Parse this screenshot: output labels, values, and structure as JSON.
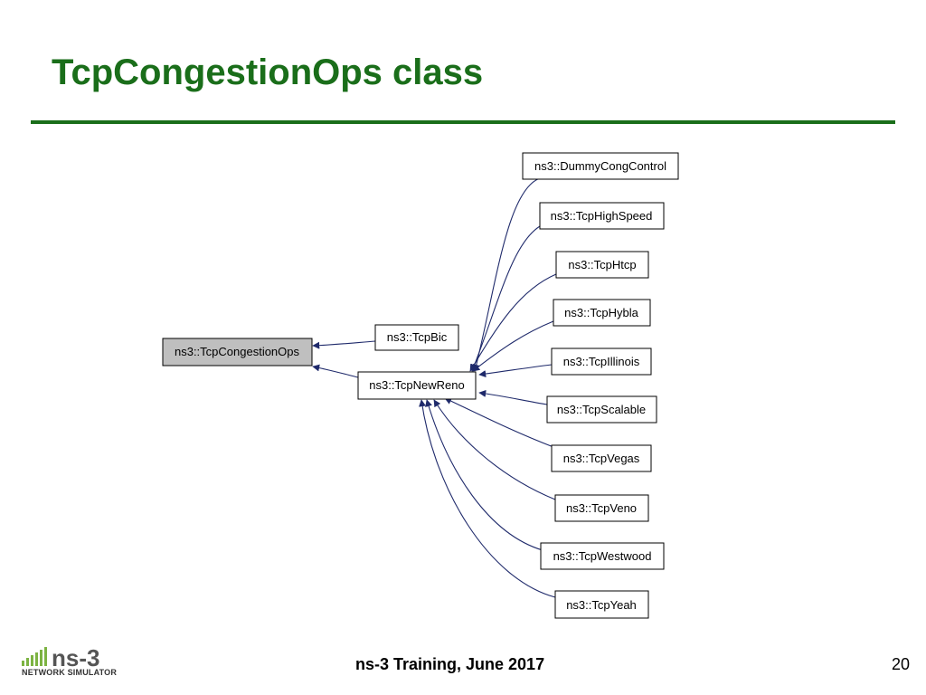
{
  "slide": {
    "title": "TcpCongestionOps class",
    "footer": "ns-3 Training, June 2017",
    "page_number": "20"
  },
  "logo": {
    "name": "ns-3",
    "subtitle": "NETWORK SIMULATOR"
  },
  "colors": {
    "title": "#1a6e1a",
    "rule": "#1a6e1a",
    "edge": "#1f2a6b",
    "base_node_fill": "#bfbfbf"
  },
  "diagram": {
    "base": {
      "label": "ns3::TcpCongestionOps"
    },
    "mid": [
      {
        "key": "bic",
        "label": "ns3::TcpBic"
      },
      {
        "key": "newreno",
        "label": "ns3::TcpNewReno"
      }
    ],
    "children": [
      {
        "key": "dummy",
        "label": "ns3::DummyCongControl"
      },
      {
        "key": "highspeed",
        "label": "ns3::TcpHighSpeed"
      },
      {
        "key": "htcp",
        "label": "ns3::TcpHtcp"
      },
      {
        "key": "hybla",
        "label": "ns3::TcpHybla"
      },
      {
        "key": "illinois",
        "label": "ns3::TcpIllinois"
      },
      {
        "key": "scalable",
        "label": "ns3::TcpScalable"
      },
      {
        "key": "vegas",
        "label": "ns3::TcpVegas"
      },
      {
        "key": "veno",
        "label": "ns3::TcpVeno"
      },
      {
        "key": "westwood",
        "label": "ns3::TcpWestwood"
      },
      {
        "key": "yeah",
        "label": "ns3::TcpYeah"
      }
    ]
  }
}
